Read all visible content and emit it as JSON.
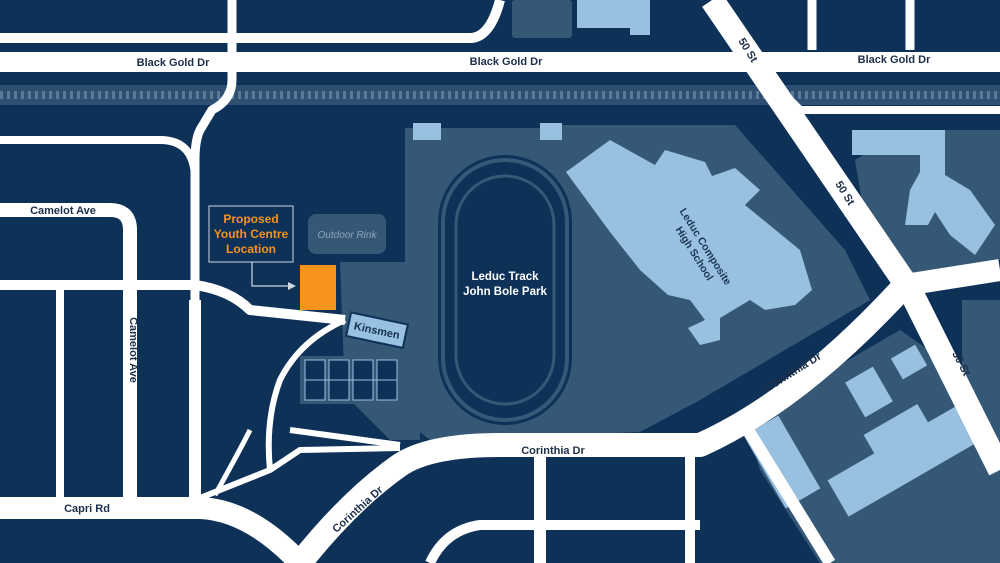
{
  "map": {
    "colors": {
      "background": "#0e3158",
      "road": "#ffffff",
      "parcel": "#365877",
      "building": "#98c0e0",
      "highlight": "#f7941d",
      "rail": "#2e4f72"
    },
    "roads": {
      "black_gold_dr_west": "Black Gold Dr",
      "black_gold_dr_center": "Black Gold Dr",
      "black_gold_dr_east": "Black Gold Dr",
      "camelot_ave_horizontal": "Camelot Ave",
      "camelot_ave_vertical": "Camelot Ave",
      "capri_rd": "Capri Rd",
      "corinthia_dr_south": "Corinthia Dr",
      "corinthia_dr_center": "Corinthia Dr",
      "corinthia_dr_east": "Corinthia Dr",
      "st_50_north": "50 St",
      "st_50_middle": "50 St",
      "st_50_south": "50 St"
    },
    "places": {
      "track_line1": "Leduc Track",
      "track_line2": "John Bole Park",
      "school_line1": "Leduc Composite",
      "school_line2": "High School",
      "kinsmen": "Kinsmen",
      "outdoor_rink": "Outdoor Rink"
    },
    "callout": {
      "line1": "Proposed",
      "line2": "Youth Centre",
      "line3": "Location"
    }
  }
}
